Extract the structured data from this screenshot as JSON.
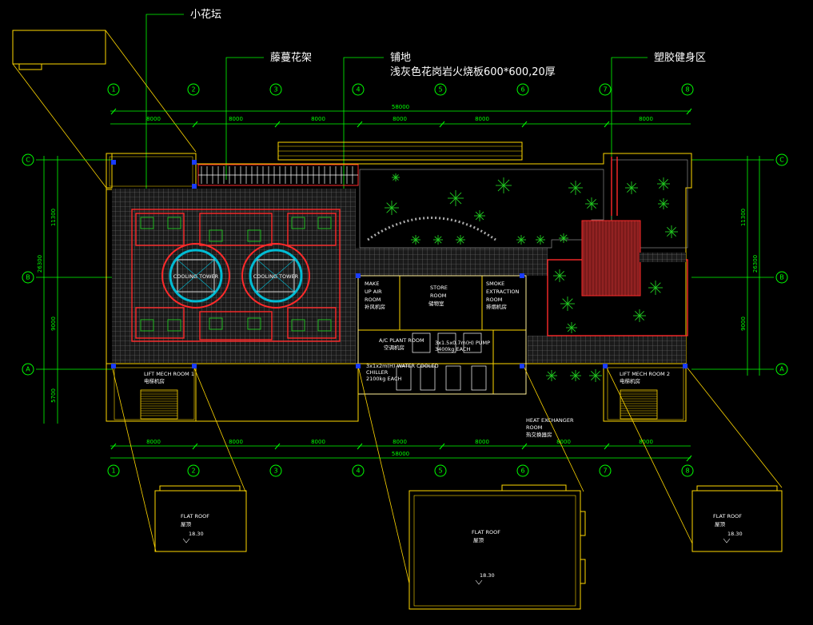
{
  "callouts": {
    "planter": "小花坛",
    "pergola": "藤蔓花架",
    "paving": "铺地",
    "paving_spec": "浅灰色花岗岩火烧板600*600,20厚",
    "gym": "塑胶健身区"
  },
  "axes": {
    "columns": [
      "1",
      "2",
      "3",
      "4",
      "5",
      "6",
      "7",
      "8"
    ],
    "rows": [
      "C",
      "B",
      "A"
    ]
  },
  "dimensions": {
    "top_total": "58000",
    "top_bays": [
      "8000",
      "8000",
      "8000",
      "8000",
      "8000",
      "8000"
    ],
    "bottom_total": "58000",
    "bottom_bays": [
      "8000",
      "8000",
      "8000",
      "8000",
      "8000",
      "8000",
      "8000"
    ],
    "left_total": "26300",
    "left_parts": [
      "11300",
      "9000",
      "5700"
    ],
    "right_total": "26300",
    "right_parts": [
      "11300",
      "9000"
    ]
  },
  "rooms": {
    "make_up_air": [
      "MAKE",
      "UP AIR",
      "ROOM",
      "补风机房"
    ],
    "store": [
      "STORE",
      "ROOM",
      "储物室"
    ],
    "smoke": [
      "SMOKE",
      "EXTRACTION",
      "ROOM",
      "排烟机房"
    ],
    "ac_plant": [
      "A/C PLANT ROOM",
      "空调机房"
    ],
    "pump": [
      "3x1.5x0.7m(H) PUMP",
      "3400kg EACH"
    ],
    "chiller": [
      "3x1x2m(H) WATER COOLED",
      "CHILLER",
      "2100kg EACH"
    ],
    "lift1": [
      "LIFT MECH ROOM 1",
      "电梯机房"
    ],
    "lift2": [
      "LIFT MECH ROOM 2",
      "电梯机房"
    ],
    "heat": [
      "HEAT EXCHANGER",
      "ROOM",
      "热交换器房"
    ],
    "tower1": "COOLING TOWER",
    "tower2": "COOLING TOWER"
  },
  "roofs": {
    "left": {
      "t1": "FLAT ROOF",
      "t2": "屋顶",
      "lvl": "18.30"
    },
    "center": {
      "t1": "FLAT ROOF",
      "t2": "屋顶",
      "lvl": "18.30"
    },
    "right": {
      "t1": "FLAT ROOF",
      "t2": "屋顶",
      "lvl": "18.30"
    }
  }
}
